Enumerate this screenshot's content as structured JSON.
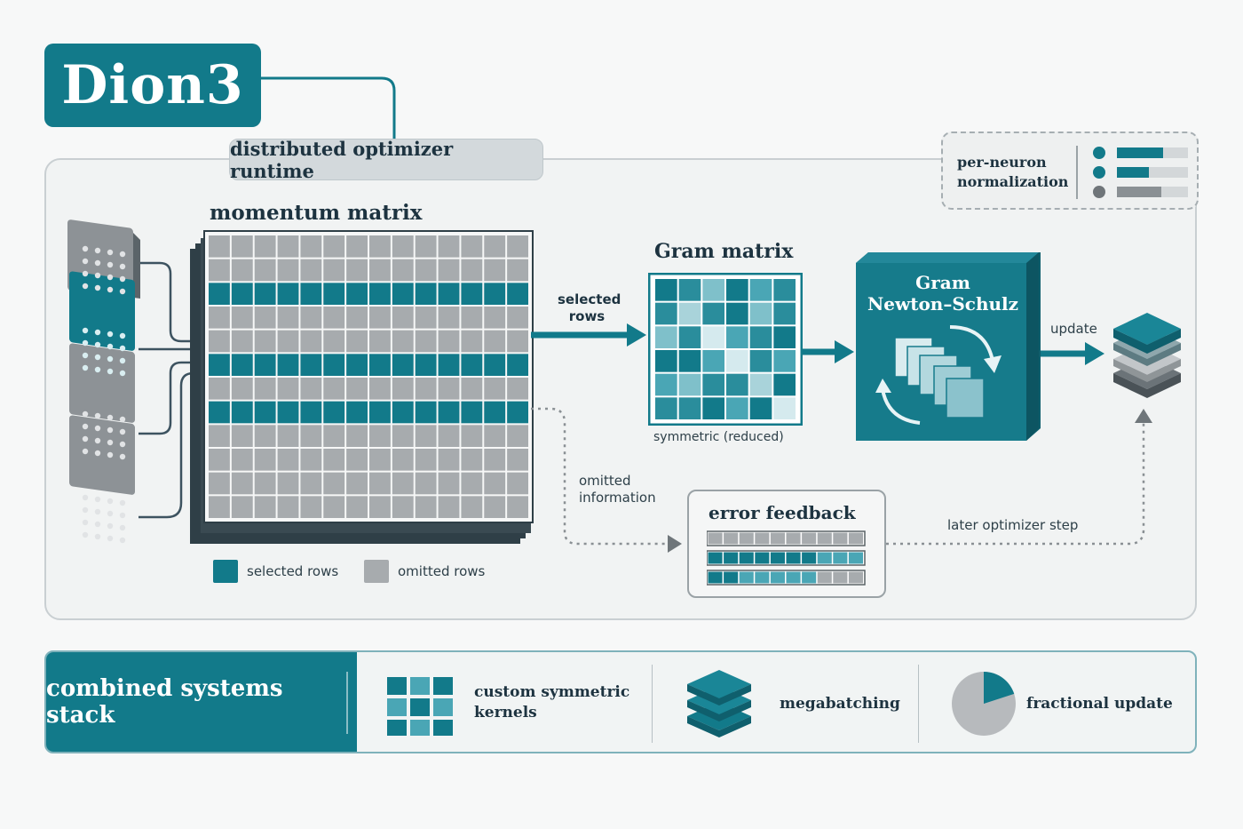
{
  "title": "Dion3",
  "subtitle": "distributed optimizer runtime",
  "normalization": {
    "label_line1": "per-neuron",
    "label_line2": "normalization"
  },
  "momentum": {
    "title": "momentum matrix",
    "rows": 12,
    "cols": 14,
    "selected_rows": [
      2,
      5,
      7
    ]
  },
  "legend": {
    "selected": "selected rows",
    "omitted": "omitted rows"
  },
  "flow": {
    "selected_line1": "selected",
    "selected_line2": "rows",
    "omitted_line1": "omitted",
    "omitted_line2": "information",
    "update": "update",
    "later_step": "later optimizer step"
  },
  "gram": {
    "title": "Gram matrix",
    "caption": "symmetric (reduced)"
  },
  "newton_schulz": {
    "line1": "Gram",
    "line2": "Newton–Schulz"
  },
  "error_feedback": {
    "title": "error feedback"
  },
  "stack": {
    "label": "combined systems stack",
    "item1_line1": "custom symmetric",
    "item1_line2": "kernels",
    "item2": "megabatching",
    "item3": "fractional update",
    "fraction_value": 0.2
  },
  "colors": {
    "teal": "#127a8a",
    "teal_light": "#4aa6b5",
    "teal_pale": "#a9d3da",
    "gray": "#a7abae",
    "dark": "#1d3340"
  }
}
